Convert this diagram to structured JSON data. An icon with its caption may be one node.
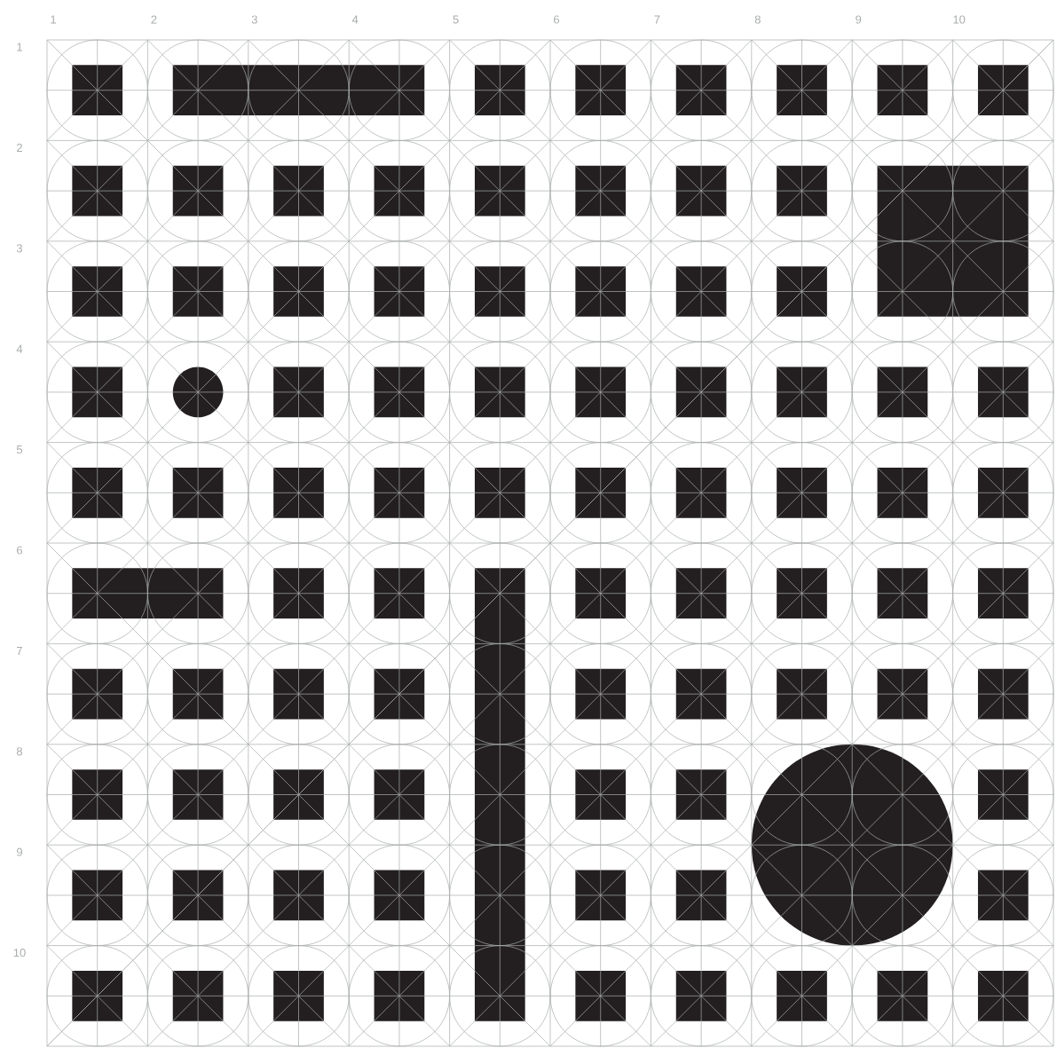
{
  "diagram": {
    "labels": [
      "1",
      "2",
      "3",
      "4",
      "5",
      "6",
      "7",
      "8",
      "9",
      "10",
      "1",
      "2",
      "3",
      "4",
      "5",
      "6",
      "7",
      "8",
      "9",
      "10"
    ]
  }
}
